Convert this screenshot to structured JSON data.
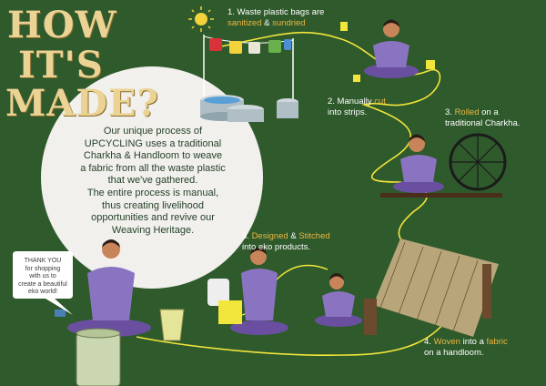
{
  "title": {
    "line1": "HOW",
    "line2": "IT'S",
    "line3": "MADE?"
  },
  "intro": {
    "line1": "Our unique process of",
    "line2": "UPCYCLING uses a traditional",
    "line3": "Charkha & Handloom to weave",
    "line4": "a fabric from all the waste plastic",
    "line5": "that we've gathered.",
    "line6": "The entire process is manual,",
    "line7": "thus creating livelihood",
    "line8": "opportunities and revive our",
    "line9": "Weaving Heritage."
  },
  "steps": {
    "s1": {
      "l1": "1. Waste plastic bags are",
      "hl1": "sanitized",
      "amp": " & ",
      "hl2": "sundried"
    },
    "s2": {
      "pre": "2. Manually ",
      "hl": "cut",
      "l2": "into strips."
    },
    "s3": {
      "pre": "3. ",
      "hl": "Rolled",
      "post": " on a",
      "l2": "traditional Charkha."
    },
    "s4": {
      "pre": "4. ",
      "hl1": "Woven",
      "mid": " into a ",
      "hl2": "fabric",
      "l2": "on a handloom."
    },
    "s5": {
      "pre": "5. ",
      "hl1": "Designed",
      "mid": " & ",
      "hl2": "Stitched",
      "l2": "into eko products."
    }
  },
  "thanks": {
    "l1": "THANK YOU",
    "l2": "for shopping",
    "l3": "with us to",
    "l4": "create a beautiful",
    "l5": "eko world!"
  },
  "colors": {
    "background": "#2f5a2c",
    "title_gold": "#ead394",
    "highlight": "#e9b642",
    "thread": "#f2e53b",
    "circle": "#f1f0ec"
  }
}
